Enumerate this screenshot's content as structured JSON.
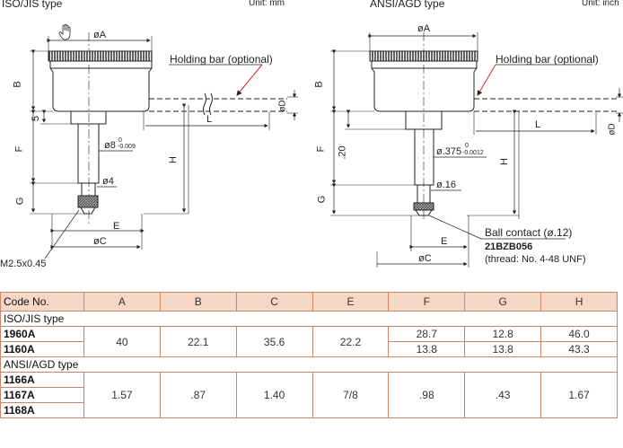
{
  "left_figure": {
    "title": "ISO/JIS type",
    "unit": "Unit: mm",
    "dim_A": "øA",
    "dim_B": "B",
    "dim_5": "5",
    "dim_F": "F",
    "dim_G": "G",
    "dim_H": "H",
    "dim_L": "L",
    "dim_D": "øD",
    "dim_E": "E",
    "dim_C": "øC",
    "stem_dia": "ø8",
    "stem_tol_top": "0",
    "stem_tol_bot": "-0.009",
    "tip_dia": "ø4",
    "holding_bar": "Holding bar (optional)",
    "thread": "M2.5x0.45"
  },
  "right_figure": {
    "title": "ANSI/AGD type",
    "unit": "Unit: inch",
    "dim_A": "øA",
    "dim_B": "B",
    "dim_F": "F",
    "dim_20": ".20",
    "dim_G": "G",
    "dim_H": "H",
    "dim_L": "L",
    "dim_D": "øD",
    "dim_E": "E",
    "dim_C": "øC",
    "stem_dia": "ø.375",
    "stem_tol_top": "0",
    "stem_tol_bot": "-0.0012",
    "tip_dia": "ø.16",
    "holding_bar": "Holding bar (optional)",
    "ball_contact": "Ball contact (ø.12)",
    "part_no": "21BZB056",
    "thread": "(thread: No. 4-48 UNF)"
  },
  "table": {
    "headers": [
      "Code No.",
      "A",
      "B",
      "C",
      "E",
      "F",
      "G",
      "H"
    ],
    "group_iso": "ISO/JIS type",
    "iso_codes": [
      "1960A",
      "1160A"
    ],
    "iso_A": "40",
    "iso_B": "22.1",
    "iso_C": "35.6",
    "iso_E": "22.2",
    "iso_rows": [
      {
        "F": "28.7",
        "G": "12.8",
        "H": "46.0"
      },
      {
        "F": "13.8",
        "G": "13.8",
        "H": "43.3"
      }
    ],
    "group_ansi": "ANSI/AGD type",
    "ansi_codes": [
      "1166A",
      "1167A",
      "1168A"
    ],
    "ansi_values": {
      "A": "1.57",
      "B": ".87",
      "C": "1.40",
      "E": "7/8",
      "F": ".98",
      "G": ".43",
      "H": "1.67"
    }
  },
  "colors": {
    "line": "#222222",
    "leader_red": "#d9262c",
    "header_bg": "#f6d7c6",
    "table_border": "#c9866a"
  }
}
